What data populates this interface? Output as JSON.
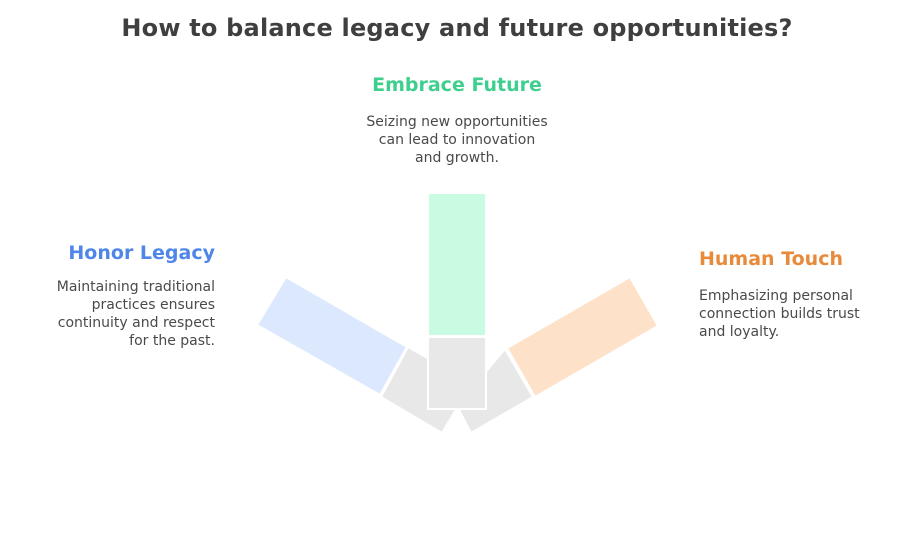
{
  "title": "How to balance legacy and future opportunities?",
  "options": {
    "future": {
      "heading": "Embrace Future",
      "description": "Seizing new opportunities\ncan lead to innovation\nand growth.",
      "color": "#3ecf8e",
      "fill": "#c8fbe2"
    },
    "legacy": {
      "heading": "Honor Legacy",
      "description": "Maintaining traditional\npractices ensures\ncontinuity and respect\nfor the past.",
      "color": "#4f86e8",
      "fill": "#dce8fd"
    },
    "human": {
      "heading": "Human Touch",
      "description": "Emphasizing personal\nconnection builds trust\nand loyalty.",
      "color": "#e88a3a",
      "fill": "#fde2c9"
    }
  },
  "hub_fill": "#e8e8e8"
}
